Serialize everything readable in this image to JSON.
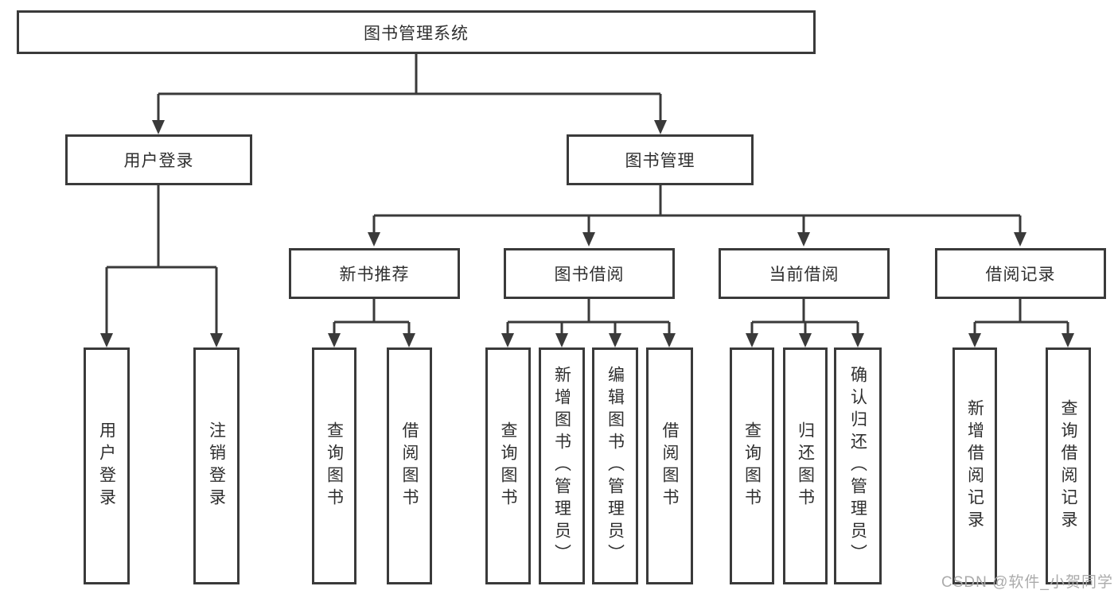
{
  "diagram": {
    "title_node": "图书管理系统",
    "nodes": {
      "root": {
        "label": "图书管理系统"
      },
      "user_login": {
        "label": "用户登录"
      },
      "book_mgmt": {
        "label": "图书管理"
      },
      "new_book_rec": {
        "label": "新书推荐"
      },
      "book_borrow": {
        "label": "图书借阅"
      },
      "current_borrow": {
        "label": "当前借阅"
      },
      "borrow_records": {
        "label": "借阅记录"
      },
      "leaf_user_login": {
        "label": "用户登录"
      },
      "leaf_logout": {
        "label": "注销登录"
      },
      "nbr_query_books": {
        "label": "查询图书"
      },
      "nbr_borrow_books": {
        "label": "借阅图书"
      },
      "bb_query_books": {
        "label": "查询图书"
      },
      "bb_add_books": {
        "label": "新增图书（管理员）"
      },
      "bb_edit_books": {
        "label": "编辑图书（管理员）"
      },
      "bb_borrow_books": {
        "label": "借阅图书"
      },
      "cb_query_books": {
        "label": "查询图书"
      },
      "cb_return_books": {
        "label": "归还图书"
      },
      "cb_confirm_return": {
        "label": "确认归还（管理员）"
      },
      "br_add_record": {
        "label": "新增借阅记录"
      },
      "br_query_record": {
        "label": "查询借阅记录"
      }
    },
    "watermark": "CSDN @软件_小贺同学",
    "colors": {
      "line": "#3a3a3a",
      "text": "#2f2f2f",
      "watermark": "#ababab",
      "background": "#ffffff"
    }
  }
}
